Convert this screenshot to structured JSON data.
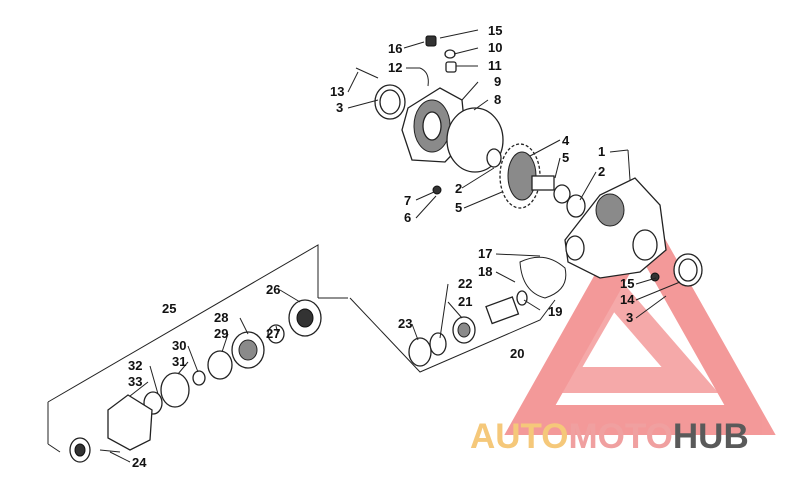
{
  "callouts": [
    {
      "id": "c15a",
      "text": "15"
    },
    {
      "id": "c16",
      "text": "16"
    },
    {
      "id": "c10",
      "text": "10"
    },
    {
      "id": "c12",
      "text": "12"
    },
    {
      "id": "c11",
      "text": "11"
    },
    {
      "id": "c13",
      "text": "13"
    },
    {
      "id": "c9",
      "text": "9"
    },
    {
      "id": "c3a",
      "text": "3"
    },
    {
      "id": "c8",
      "text": "8"
    },
    {
      "id": "c4",
      "text": "4"
    },
    {
      "id": "c1",
      "text": "1"
    },
    {
      "id": "c5a",
      "text": "5"
    },
    {
      "id": "c2a",
      "text": "2"
    },
    {
      "id": "c2b",
      "text": "2"
    },
    {
      "id": "c7",
      "text": "7"
    },
    {
      "id": "c5b",
      "text": "5"
    },
    {
      "id": "c6",
      "text": "6"
    },
    {
      "id": "c17",
      "text": "17"
    },
    {
      "id": "c18",
      "text": "18"
    },
    {
      "id": "c22",
      "text": "22"
    },
    {
      "id": "c21",
      "text": "21"
    },
    {
      "id": "c15b",
      "text": "15"
    },
    {
      "id": "c14",
      "text": "14"
    },
    {
      "id": "c19",
      "text": "19"
    },
    {
      "id": "c3b",
      "text": "3"
    },
    {
      "id": "c23",
      "text": "23"
    },
    {
      "id": "c20",
      "text": "20"
    },
    {
      "id": "c25",
      "text": "25"
    },
    {
      "id": "c26",
      "text": "26"
    },
    {
      "id": "c28",
      "text": "28"
    },
    {
      "id": "c27",
      "text": "27"
    },
    {
      "id": "c29",
      "text": "29"
    },
    {
      "id": "c30",
      "text": "30"
    },
    {
      "id": "c31",
      "text": "31"
    },
    {
      "id": "c32",
      "text": "32"
    },
    {
      "id": "c33",
      "text": "33"
    },
    {
      "id": "c24",
      "text": "24"
    }
  ],
  "watermark": {
    "part1": "AUTO",
    "part2": "MOTO",
    "part3": "HUB",
    "color_auto": "#f5c87a",
    "color_moto": "#f0a0a0",
    "color_hub": "#5a5a5a",
    "logo_color": "#f07878"
  }
}
